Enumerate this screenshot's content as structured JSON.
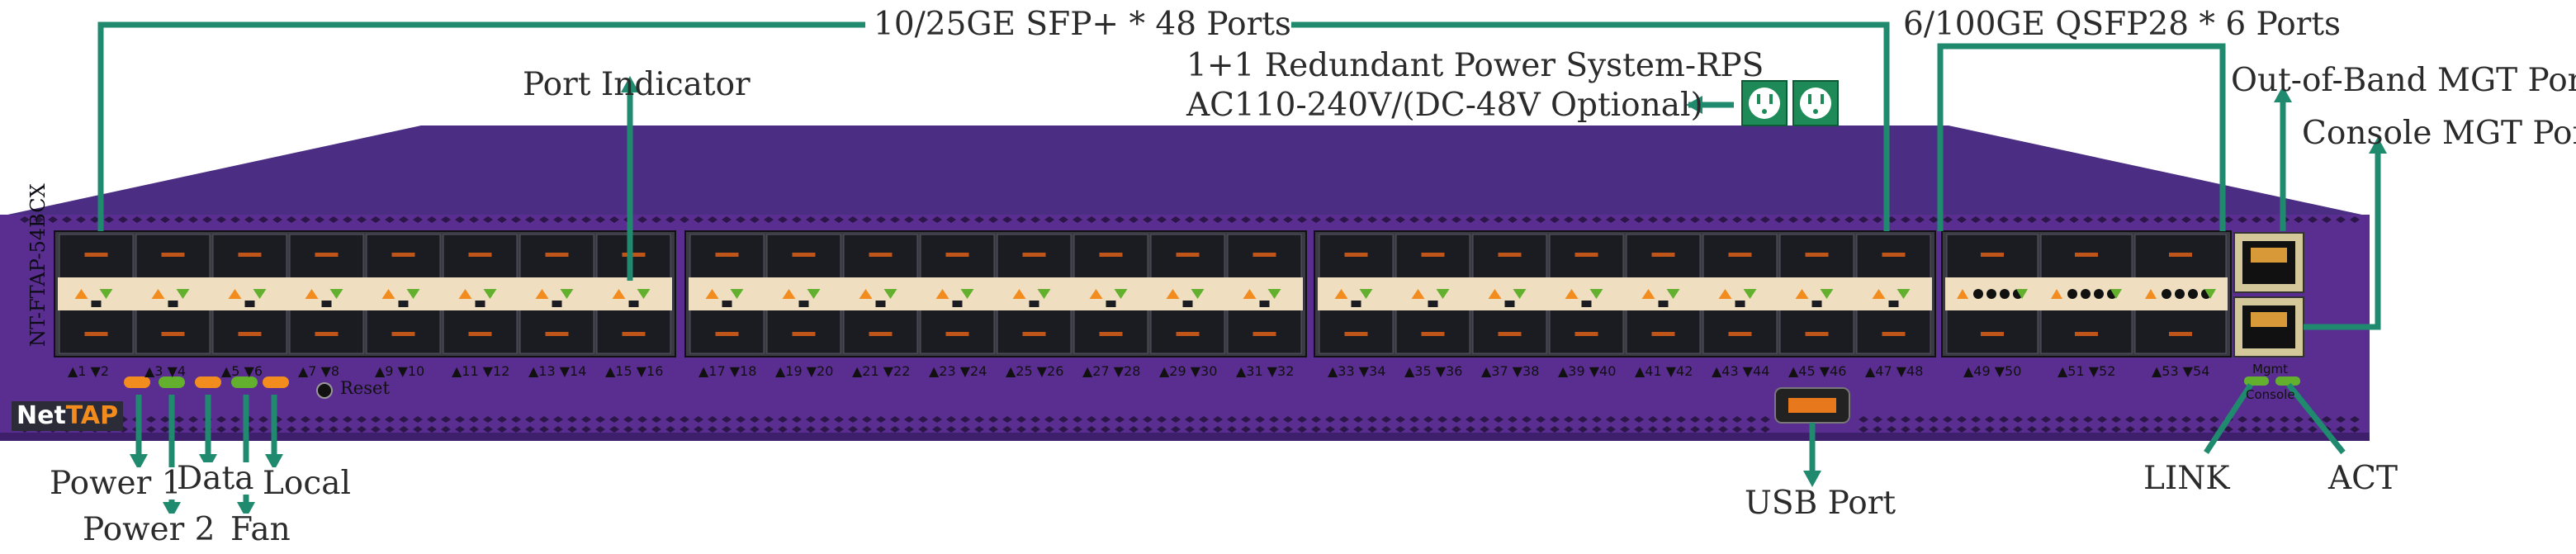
{
  "callouts": {
    "sfp_ports": "10/25GE SFP+ * 48 Ports",
    "qsfp_ports": "6/100GE QSFP28 * 6 Ports",
    "port_indicator": "Port  Indicator",
    "rps_line1": "1+1 Redundant Power System-RPS",
    "rps_line2": "AC110-240V/(DC-48V Optional)",
    "oob_mgt": "Out-of-Band MGT Port",
    "console_mgt": "Console MGT Port",
    "power1": "Power 1",
    "power2": "Power 2",
    "data": "Data",
    "fan": "Fan",
    "local": "Local",
    "usb": "USB Port",
    "link": "LINK",
    "act": "ACT"
  },
  "device": {
    "model": "NT-FTAP-54BCX",
    "brand_net": "Net",
    "brand_tap": "TAP",
    "reset_label": "Reset",
    "mgmt_label": "Mgmt",
    "console_label": "Console"
  },
  "sfp_groups": [
    {
      "labels": [
        "▲1 ▼2",
        "▲3 ▼4",
        "▲5 ▼6",
        "▲7 ▼8",
        "▲9 ▼10",
        "▲11 ▼12",
        "▲13 ▼14",
        "▲15 ▼16"
      ]
    },
    {
      "labels": [
        "▲17 ▼18",
        "▲19 ▼20",
        "▲21 ▼22",
        "▲23 ▼24",
        "▲25 ▼26",
        "▲27 ▼28",
        "▲29 ▼30",
        "▲31 ▼32"
      ]
    },
    {
      "labels": [
        "▲33 ▼34",
        "▲35 ▼36",
        "▲37 ▼38",
        "▲39 ▼40",
        "▲41 ▼42",
        "▲43 ▼44",
        "▲45 ▼46",
        "▲47 ▼48"
      ]
    }
  ],
  "qsfp_labels": [
    "▲49 ▼50",
    "▲51 ▼52",
    "▲53 ▼54"
  ],
  "colors": {
    "chassis_top": "#4b2e83",
    "chassis_front": "#5a2d91",
    "callout_line": "#1f8a6e",
    "port_bg": "#1b1b22",
    "indicator_strip": "#efdfc0",
    "led_orange": "#f28c1e",
    "led_green": "#62b02e",
    "power_socket": "#1d8a57"
  },
  "status_leds": [
    "orange",
    "green",
    "orange",
    "green",
    "orange"
  ]
}
